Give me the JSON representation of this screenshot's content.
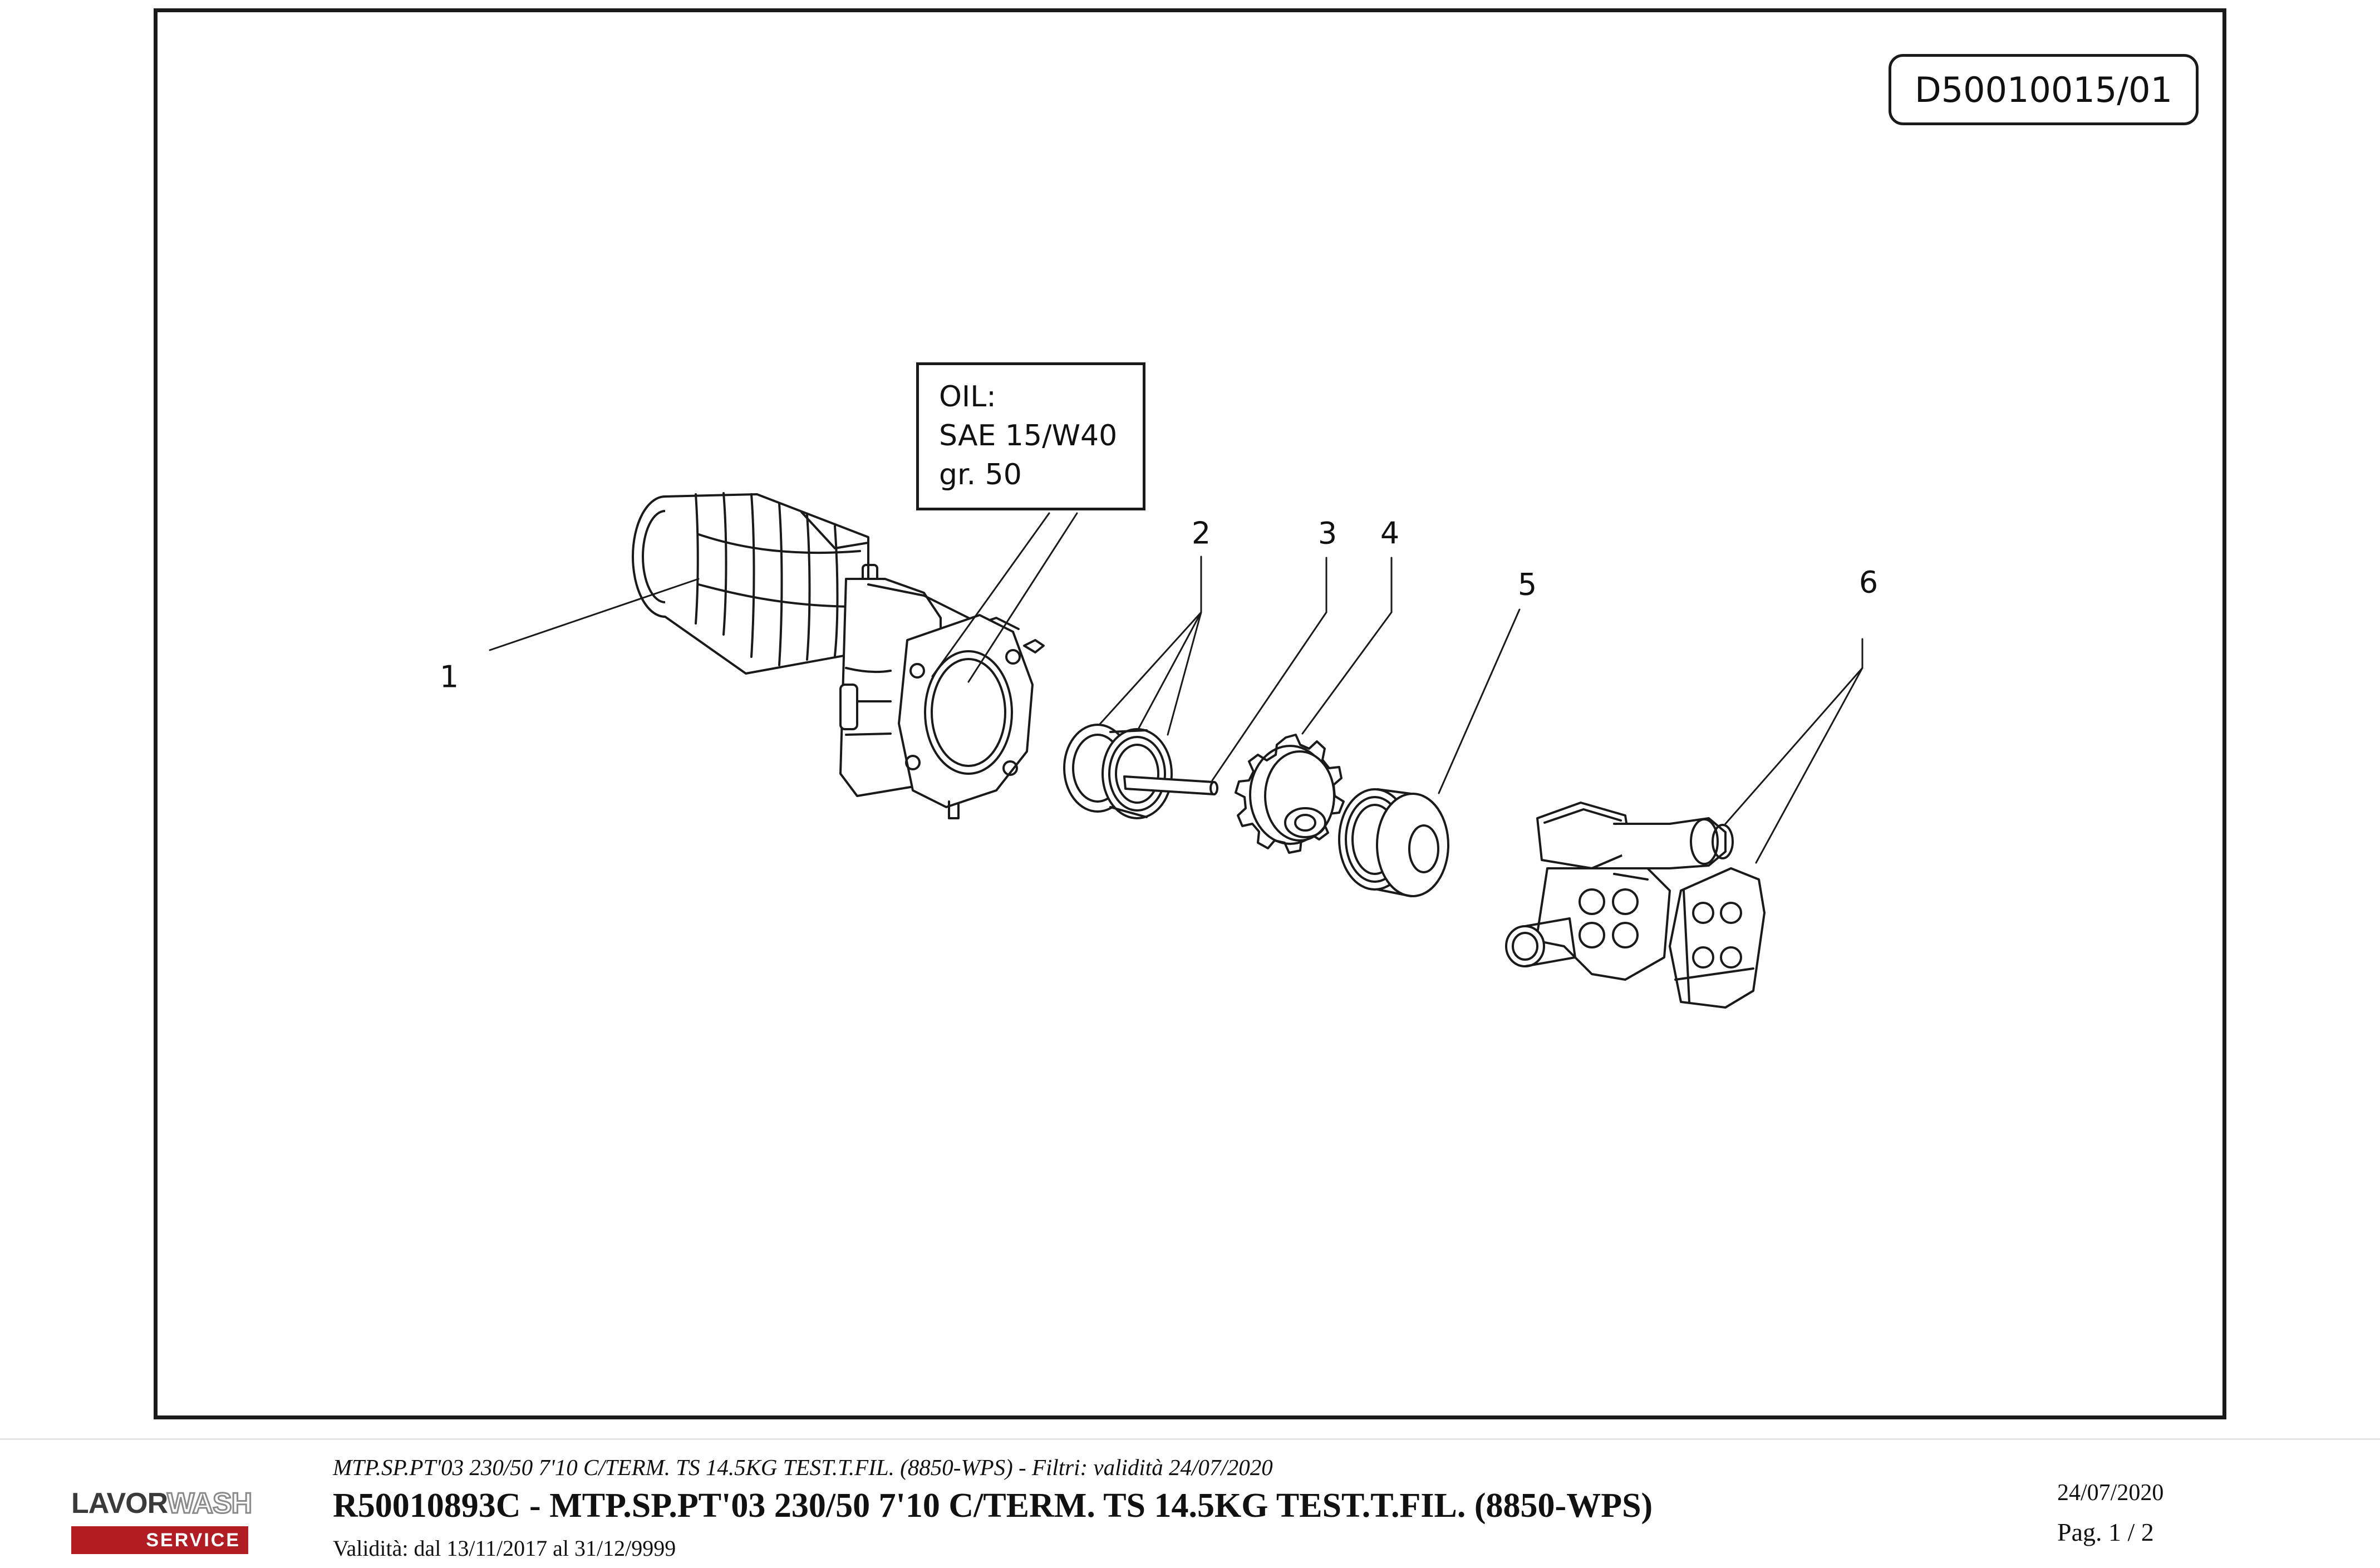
{
  "drawing": {
    "code": "D50010015/01",
    "oil_note": {
      "line1": "OIL:",
      "line2": "SAE 15/W40",
      "line3": "gr. 50"
    },
    "callouts": [
      "1",
      "2",
      "3",
      "4",
      "5",
      "6"
    ]
  },
  "footer": {
    "logo": {
      "brand_dark": "LAVOR",
      "brand_light": "WASH",
      "service": "SERVICE"
    },
    "subtitle": "MTP.SP.PT'03 230/50 7'10 C/TERM. TS 14.5KG TEST.T.FIL. (8850-WPS) - Filtri: validità 24/07/2020",
    "title": "R50010893C - MTP.SP.PT'03 230/50 7'10 C/TERM. TS 14.5KG TEST.T.FIL. (8850-WPS)",
    "validity": "Validità: dal 13/11/2017 al 31/12/9999",
    "date": "24/07/2020",
    "page": "Pag. 1 / 2"
  },
  "colors": {
    "line": "#1a1a1a",
    "logo_red": "#b01e24"
  }
}
